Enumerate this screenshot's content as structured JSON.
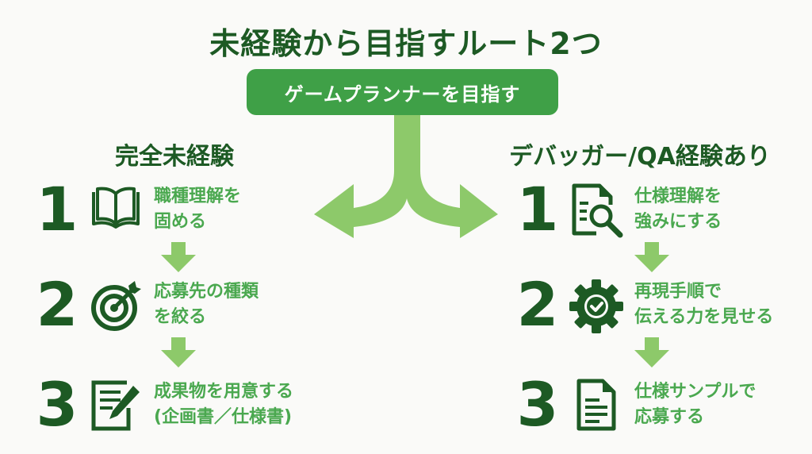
{
  "title": "未経験から目指すルート2つ",
  "goal": {
    "label": "ゲームプランナーを目指す"
  },
  "colors": {
    "dark_green": "#1d5a24",
    "goal_green": "#3fa047",
    "text_green": "#4aa84f",
    "arrow_green": "#8dc96a"
  },
  "routes": [
    {
      "heading": "完全未経験",
      "steps": [
        {
          "number": "1",
          "icon": "open-book-icon",
          "line1": "職種理解を",
          "line2": "固める"
        },
        {
          "number": "2",
          "icon": "target-icon",
          "line1": "応募先の種類",
          "line2": "を絞る"
        },
        {
          "number": "3",
          "icon": "document-edit-icon",
          "line1": "成果物を用意する",
          "line2": "(企画書／仕様書)"
        }
      ]
    },
    {
      "heading": "デバッガー/QA経験あり",
      "steps": [
        {
          "number": "1",
          "icon": "document-search-icon",
          "line1": "仕様理解を",
          "line2": "強みにする"
        },
        {
          "number": "2",
          "icon": "gear-check-icon",
          "line1": "再現手順で",
          "line2": "伝える力を見せる"
        },
        {
          "number": "3",
          "icon": "document-icon",
          "line1": "仕様サンプルで",
          "line2": "応募する"
        }
      ]
    }
  ]
}
